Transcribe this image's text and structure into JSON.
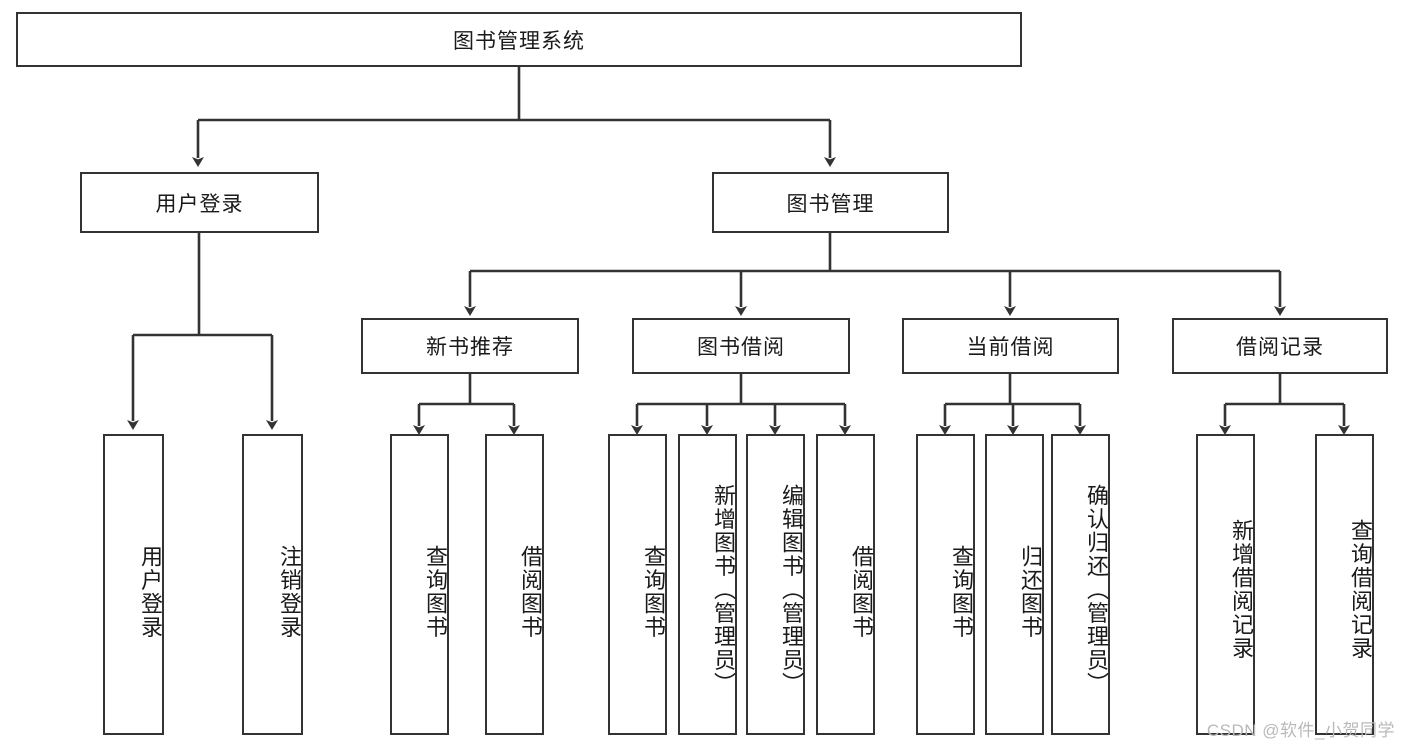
{
  "diagram": {
    "type": "tree",
    "title": "图书管理系统",
    "root": {
      "id": "root",
      "label": "图书管理系统"
    },
    "level1": [
      {
        "id": "user-login",
        "label": "用户登录"
      },
      {
        "id": "book-manage",
        "label": "图书管理"
      }
    ],
    "level2": [
      {
        "id": "new-book-rec",
        "label": "新书推荐",
        "parent": "book-manage"
      },
      {
        "id": "book-borrow",
        "label": "图书借阅",
        "parent": "book-manage"
      },
      {
        "id": "current-borrow",
        "label": "当前借阅",
        "parent": "book-manage"
      },
      {
        "id": "borrow-record",
        "label": "借阅记录",
        "parent": "book-manage"
      }
    ],
    "leaves": {
      "user_login": [
        {
          "id": "leaf-user-login",
          "label": "用户登录"
        },
        {
          "id": "leaf-logout",
          "label": "注销登录"
        }
      ],
      "new_book_rec": [
        {
          "id": "leaf-query-book-1",
          "label": "查询图书"
        },
        {
          "id": "leaf-borrow-book-1",
          "label": "借阅图书"
        }
      ],
      "book_borrow": [
        {
          "id": "leaf-query-book-2",
          "label": "查询图书"
        },
        {
          "id": "leaf-add-book",
          "label": "新增图书（管理员）"
        },
        {
          "id": "leaf-edit-book",
          "label": "编辑图书（管理员）"
        },
        {
          "id": "leaf-borrow-book-2",
          "label": "借阅图书"
        }
      ],
      "current_borrow": [
        {
          "id": "leaf-query-book-3",
          "label": "查询图书"
        },
        {
          "id": "leaf-return-book",
          "label": "归还图书"
        },
        {
          "id": "leaf-confirm-return",
          "label": "确认归还（管理员）"
        }
      ],
      "borrow_record": [
        {
          "id": "leaf-add-record",
          "label": "新增借阅记录"
        },
        {
          "id": "leaf-query-record",
          "label": "查询借阅记录"
        }
      ]
    }
  },
  "watermark": {
    "text": "CSDN @软件_小贺同学"
  },
  "colors": {
    "stroke": "#333333",
    "background": "#ffffff",
    "text": "#1a1a1a",
    "watermark": "#b9b9b9"
  }
}
